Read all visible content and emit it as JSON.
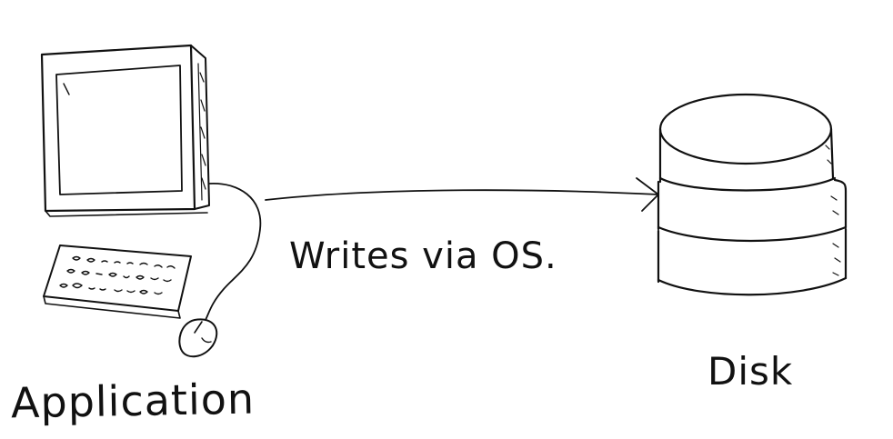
{
  "diagram": {
    "application_label": "Application",
    "arrow_label": "Writes via OS.",
    "disk_label": "Disk"
  },
  "colors": {
    "ink": "#111111",
    "background": "#ffffff"
  },
  "icons": [
    "computer-monitor-icon",
    "keyboard-icon",
    "mouse-icon",
    "disk-stack-icon"
  ]
}
